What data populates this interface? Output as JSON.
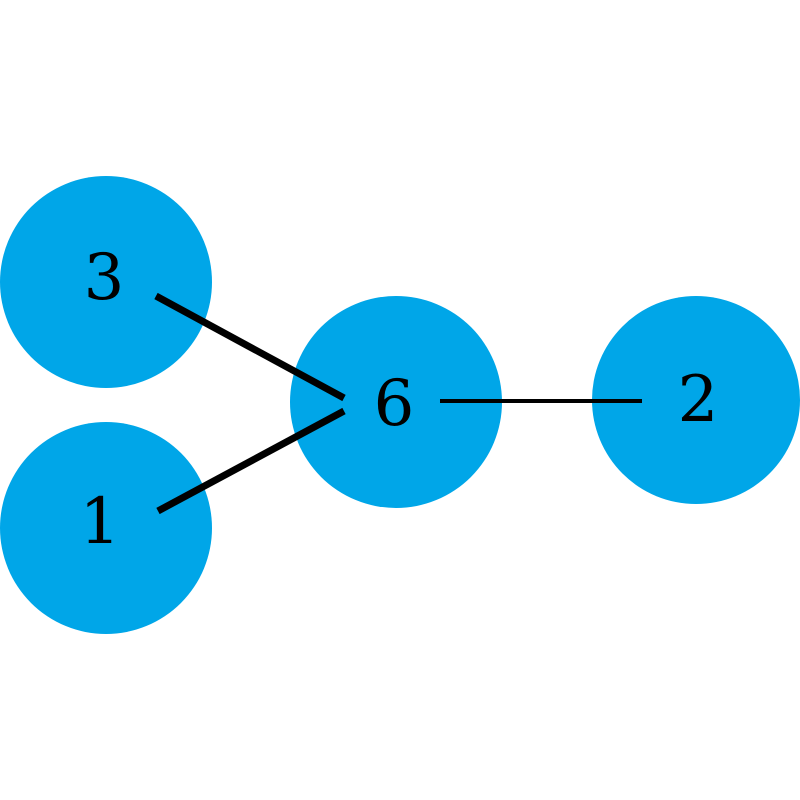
{
  "graph": {
    "node_color": "#00a6e8",
    "edge_color": "#000000",
    "nodes": [
      {
        "id": "n3",
        "label": "3"
      },
      {
        "id": "n1",
        "label": "1"
      },
      {
        "id": "n6",
        "label": "6"
      },
      {
        "id": "n2",
        "label": "2"
      }
    ],
    "edges": [
      {
        "from": "3",
        "to": "6"
      },
      {
        "from": "1",
        "to": "6"
      },
      {
        "from": "6",
        "to": "2"
      }
    ]
  }
}
